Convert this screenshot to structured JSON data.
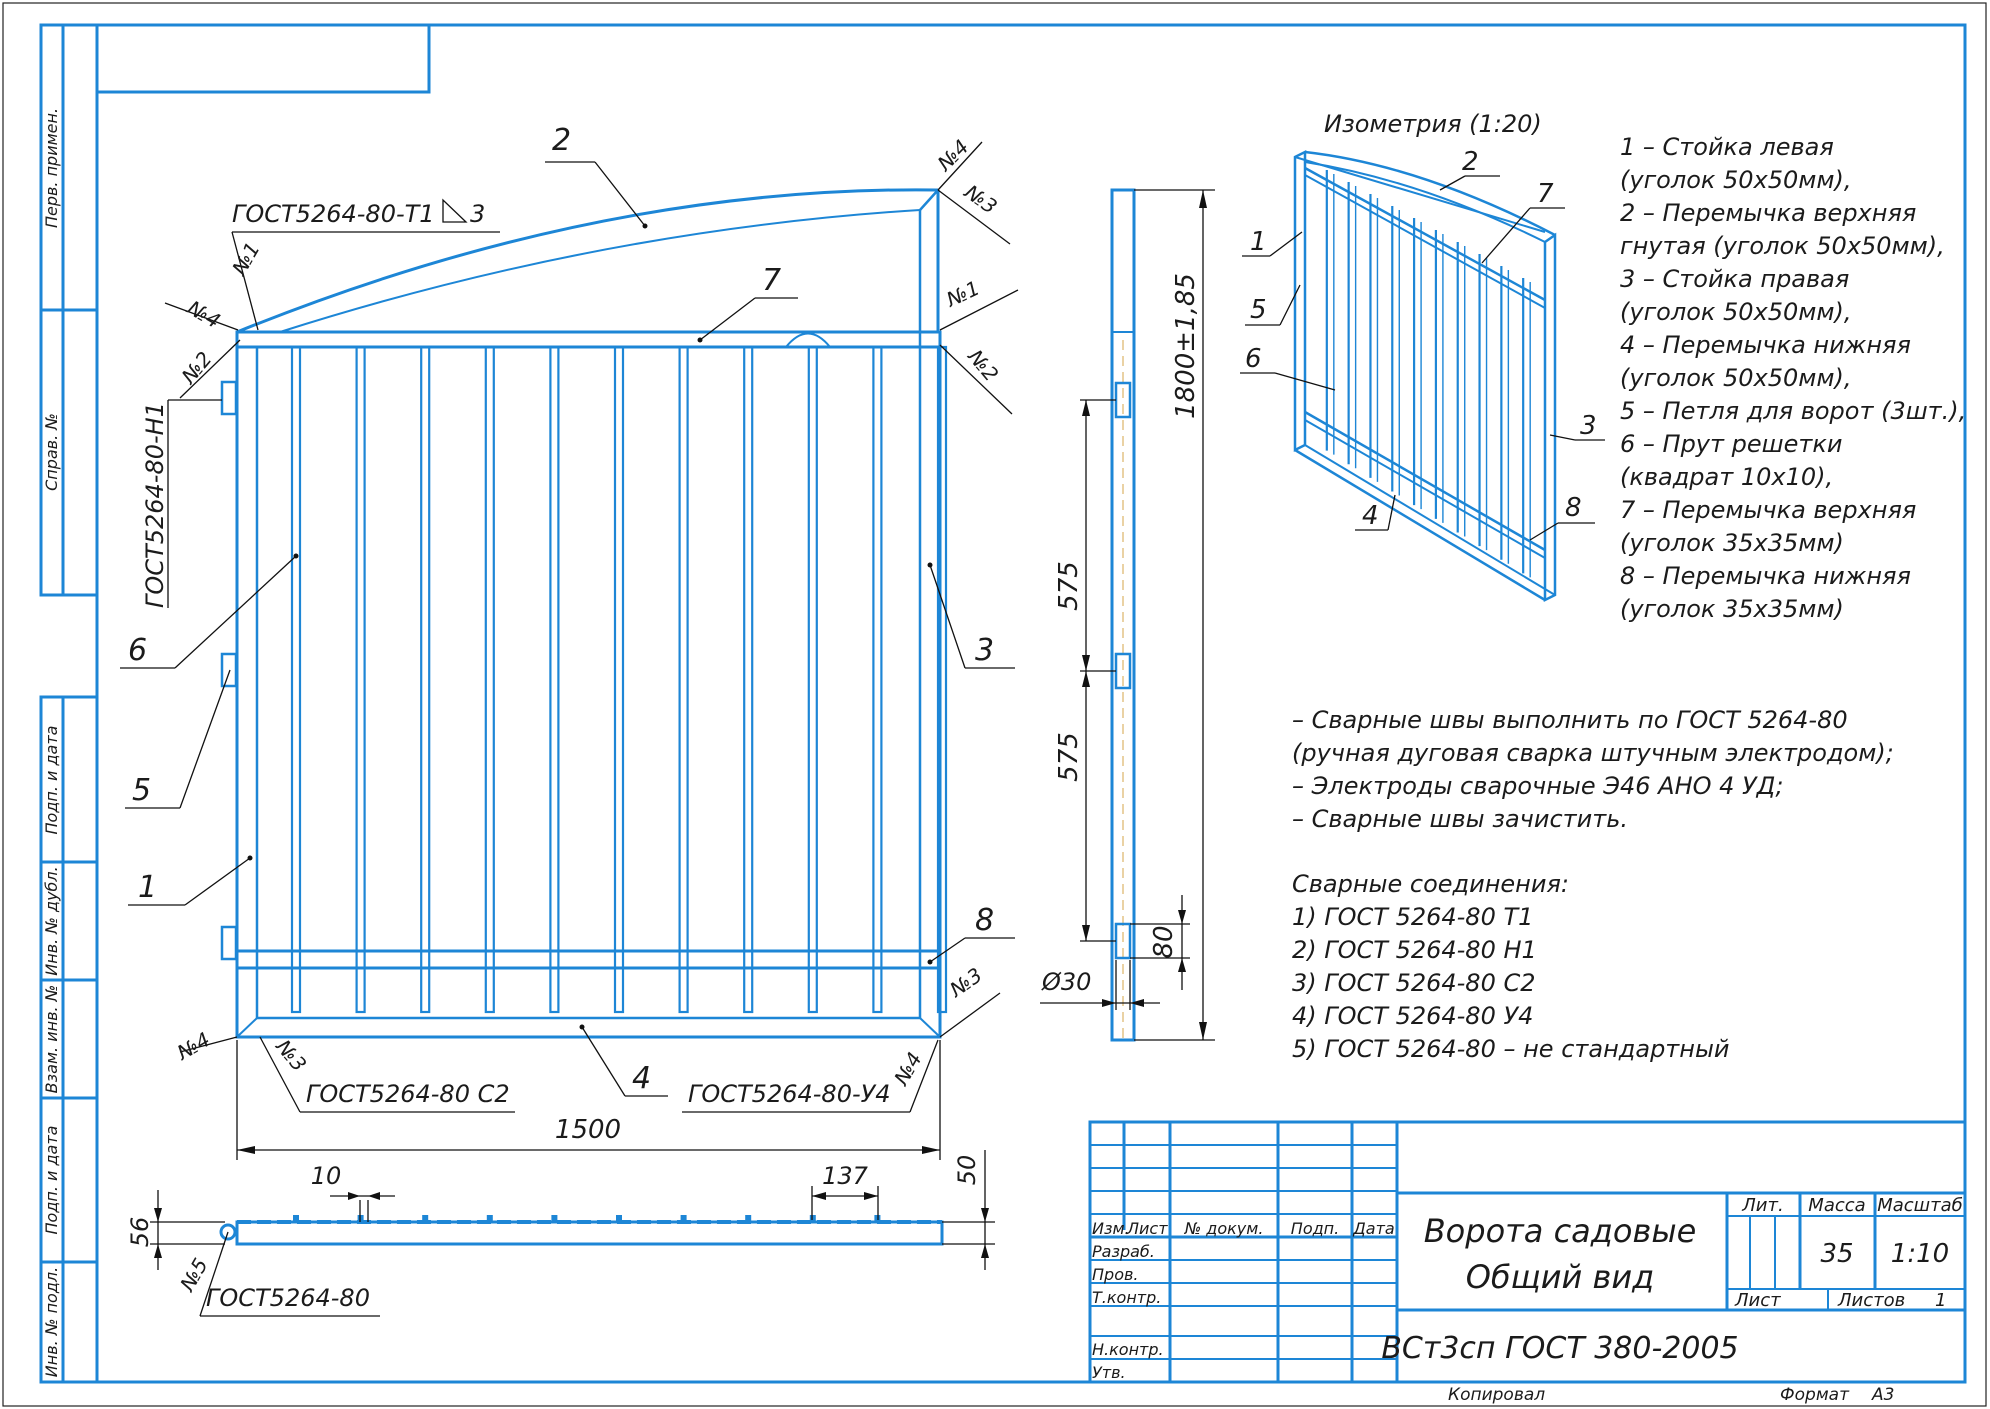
{
  "colors": {
    "line": "#1d86d6",
    "text": "#1b1b1b",
    "background": "#ffffff"
  },
  "left_margin": {
    "perv_primen": "Перв. примен.",
    "sprav_no": "Справ. №",
    "podp_data_1": "Подп. и дата",
    "inv_dubl": "Инв. № дубл.",
    "vzam_inv": "Взам. инв. №",
    "podp_data_2": "Подп. и дата",
    "inv_podl": "Инв. № подл."
  },
  "front_view": {
    "gost_t1": "ГОСТ5264-80-Т1",
    "weld_leg": "3",
    "gost_n1": "ГОСТ5264-80-Н1",
    "gost_c2": "ГОСТ5264-80 С2",
    "gost_u4": "ГОСТ5264-80-У4",
    "dim_width": "1500",
    "part_labels": {
      "p1": "1",
      "p2": "2",
      "p3": "3",
      "p4": "4",
      "p5": "5",
      "p6": "6",
      "p7": "7",
      "p8": "8"
    },
    "weld_marks": {
      "tl_n4": "№4",
      "tl_n1": "№1",
      "tl_n2": "№2",
      "tr_n4": "№4",
      "tr_n3": "№3",
      "r_n1": "№1",
      "r_n2": "№2",
      "bl_n4": "№4",
      "bl_n3": "№3",
      "br_n3": "№3",
      "br_n4": "№4"
    }
  },
  "side_view": {
    "dim_height": "1800±1,85",
    "dim_575_a": "575",
    "dim_575_b": "575",
    "dim_80": "80",
    "dim_phi30": "Ø30"
  },
  "top_view": {
    "dim_10": "10",
    "dim_137": "137",
    "dim_56": "56",
    "dim_50": "50",
    "weld_n5": "№5",
    "gost": "ГОСТ5264-80"
  },
  "isometry": {
    "title": "Изометрия (1:20)",
    "labels": {
      "p1": "1",
      "p2": "2",
      "p3": "3",
      "p4": "4",
      "p5": "5",
      "p6": "6",
      "p7": "7",
      "p8": "8"
    }
  },
  "parts_list": [
    "1 – Стойка левая",
    "(уголок 50х50мм),",
    "2 – Перемычка верхняя",
    " гнутая (уголок 50х50мм),",
    "3 – Стойка правая",
    "(уголок 50х50мм),",
    "4 – Перемычка нижняя",
    "(уголок 50х50мм),",
    "5 – Петля для ворот (3шт.),",
    "6 – Прут решетки",
    "(квадрат 10х10),",
    "7 – Перемычка верхняя",
    " (уголок 35х35мм)",
    "8 – Перемычка нижняя",
    " (уголок 35х35мм)"
  ],
  "notes": [
    "– Сварные швы выполнить по ГОСТ 5264-80",
    "(ручная дуговая сварка штучным электродом);",
    "– Электроды сварочные  Э46 АНО 4 УД;",
    "– Сварные швы зачистить."
  ],
  "weld_joints": {
    "title": "Сварные соединения:",
    "items": [
      "1) ГОСТ 5264-80   Т1",
      "2) ГОСТ 5264-80   Н1",
      "3) ГОСТ 5264-80   С2",
      "4) ГОСТ 5264-80 У4",
      "5) ГОСТ 5264-80 – не стандартный"
    ]
  },
  "title_block": {
    "izm": "Изм.",
    "list": "Лист",
    "doc_no": "№ докум.",
    "podp": "Подп.",
    "data": "Дата",
    "razrab": "Разраб.",
    "prov": "Пров.",
    "tkontr": "Т.контр.",
    "nkontr": "Н.контр.",
    "utv": "Утв.",
    "name_line1": "Ворота садовые",
    "name_line2": "Общий вид",
    "material": "ВСт3сп ГОСТ 380-2005",
    "lit_label": "Лит.",
    "mass_label": "Масса",
    "scale_label": "Масштаб",
    "mass_value": "35",
    "scale_value": "1:10",
    "sheet_label": "Лист",
    "sheets_label": "Листов",
    "sheets_value": "1"
  },
  "footer": {
    "copied": "Копировал",
    "format_label": "Формат",
    "format_value": "А3"
  }
}
